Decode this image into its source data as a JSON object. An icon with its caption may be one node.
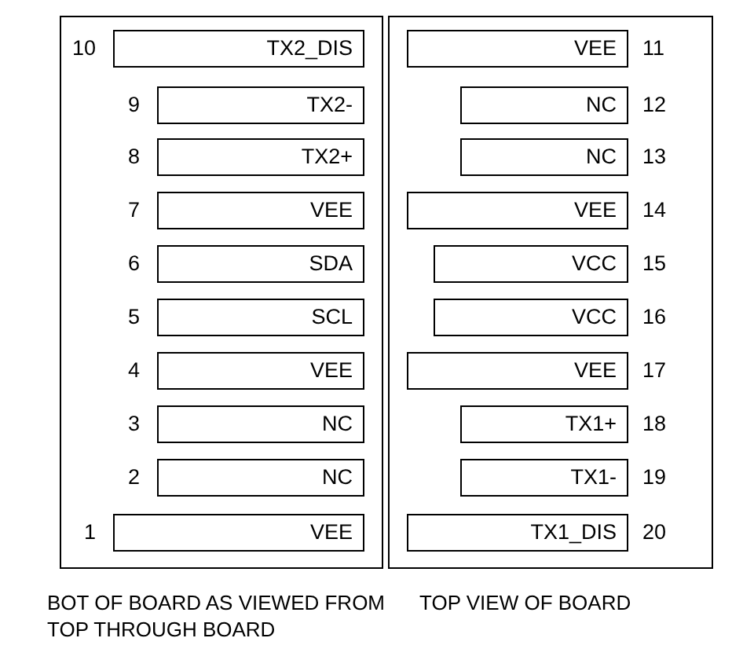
{
  "diagram": {
    "nodes": [
      {
        "text": [],
        "shape": "box"
      },
      {
        "text": [
          "TX2_DIS"
        ],
        "in": 0,
        "beside": [
          "10"
        ]
      },
      {
        "text": [
          "TX2-"
        ],
        "in": 0,
        "beside": [
          "9"
        ]
      },
      {
        "text": [
          "TX2+"
        ],
        "in": 0,
        "beside": [
          "8"
        ]
      },
      {
        "text": [
          "VEE"
        ],
        "in": 0,
        "beside": [
          "7"
        ]
      },
      {
        "text": [
          "SDA"
        ],
        "in": 0,
        "beside": [
          "6"
        ]
      },
      {
        "text": [
          "SCL"
        ],
        "in": 0,
        "beside": [
          "5"
        ]
      },
      {
        "text": [
          "VEE"
        ],
        "in": 0,
        "beside": [
          "4"
        ]
      },
      {
        "text": [
          "NC"
        ],
        "in": 0,
        "beside": [
          "3"
        ]
      },
      {
        "text": [
          "NC"
        ],
        "in": 0,
        "beside": [
          "2"
        ]
      },
      {
        "text": [
          "VEE"
        ],
        "in": 0,
        "beside": [
          "1"
        ]
      },
      {
        "text": [],
        "shape": "box"
      },
      {
        "text": [
          "VEE"
        ],
        "in": 11,
        "beside": [
          "11"
        ]
      },
      {
        "text": [
          "NC"
        ],
        "in": 11,
        "beside": [
          "12"
        ]
      },
      {
        "text": [
          "NC"
        ],
        "in": 11,
        "beside": [
          "13"
        ]
      },
      {
        "text": [
          "VEE"
        ],
        "in": 11,
        "beside": [
          "14"
        ]
      },
      {
        "text": [
          "VCC"
        ],
        "in": 11,
        "beside": [
          "15"
        ]
      },
      {
        "text": [
          "VCC"
        ],
        "in": 11,
        "beside": [
          "16"
        ]
      },
      {
        "text": [
          "VEE"
        ],
        "in": 11,
        "beside": [
          "17"
        ]
      },
      {
        "text": [
          "TX1+"
        ],
        "in": 11,
        "beside": [
          "18"
        ]
      },
      {
        "text": [
          "TX1-"
        ],
        "in": 11,
        "beside": [
          "19"
        ]
      },
      {
        "text": [
          "TX1_DIS"
        ],
        "in": 11,
        "beside": [
          "20"
        ]
      }
    ],
    "labels": [
      "BOT OF BOARD AS VIEWED FROM TOP THROUGH BOARD",
      "TOP VIEW OF BOARD"
    ]
  }
}
